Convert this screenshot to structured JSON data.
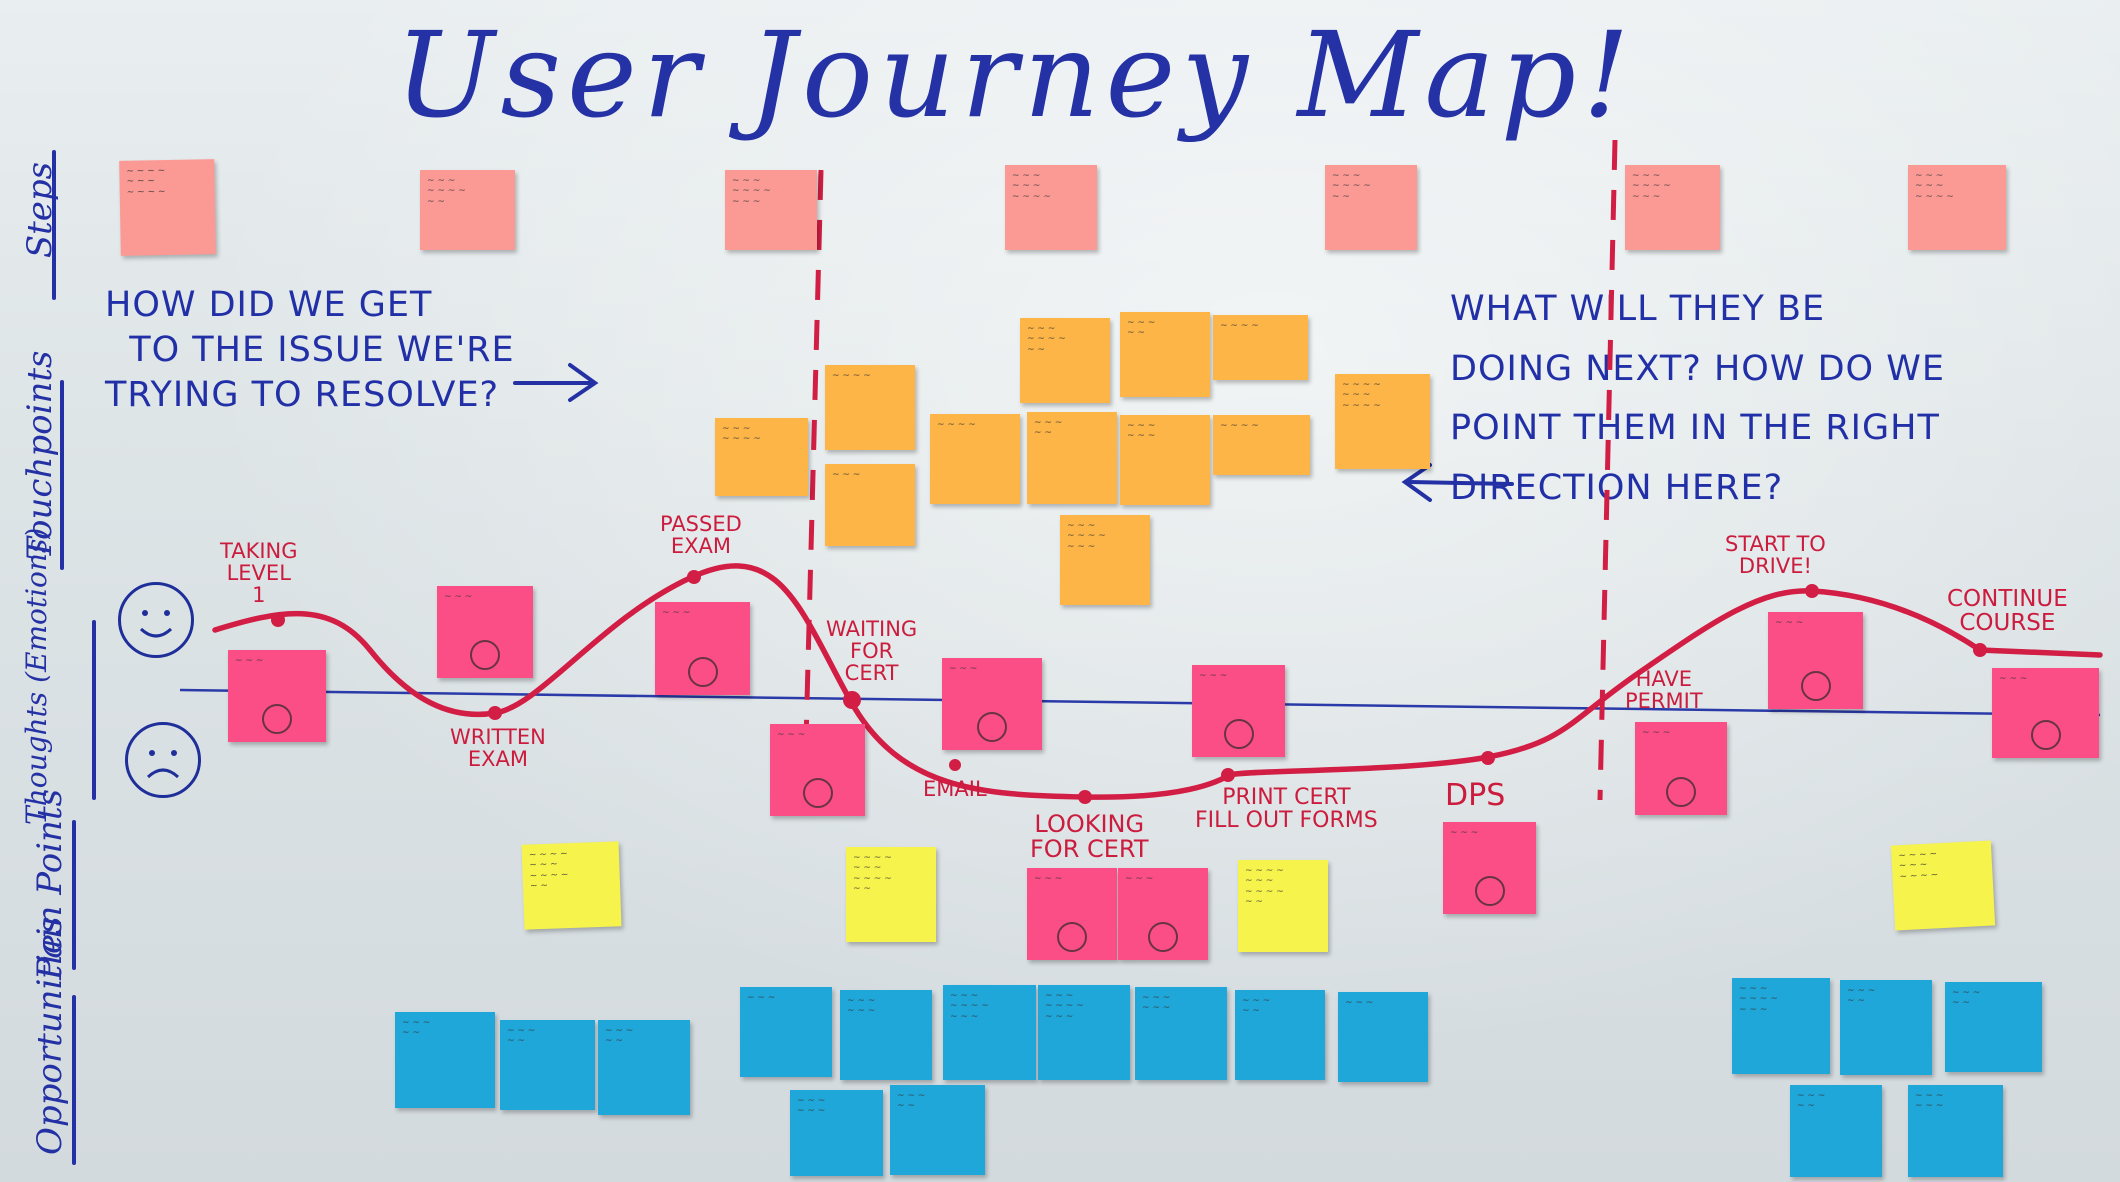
{
  "title": "User Journey Map!",
  "rows": [
    {
      "label": "Steps"
    },
    {
      "label": "Touchpoints"
    },
    {
      "label": "Thoughts (Emotions)"
    },
    {
      "label": "Pain Points"
    },
    {
      "label": "Opportunities"
    }
  ],
  "questions": {
    "left": "HOW DID WE GET\n  TO THE ISSUE WE'RE\nTRYING TO RESOLVE?",
    "right": "WHAT WILL THEY BE\nDOING NEXT? HOW DO WE\nPOINT THEM IN THE RIGHT\nDIRECTION HERE?"
  },
  "curve_labels": [
    {
      "text": "TAKING\nLEVEL\n1"
    },
    {
      "text": "WRITTEN\nEXAM"
    },
    {
      "text": "PASSED\nEXAM"
    },
    {
      "text": "WAITING\nFOR\nCERT"
    },
    {
      "text": "EMAIL"
    },
    {
      "text": "LOOKING\nFOR CERT"
    },
    {
      "text": "PRINT CERT\nFILL OUT FORMS"
    },
    {
      "text": "DPS"
    },
    {
      "text": "HAVE\nPERMIT"
    },
    {
      "text": "START TO\nDRIVE!"
    },
    {
      "text": "CONTINUE\nCOURSE"
    }
  ],
  "colors": {
    "marker_blue": "#2431a5",
    "marker_red": "#d21e45",
    "note_salmon": "#fb9a95",
    "note_orange": "#fdb547",
    "note_pink": "#fb4e87",
    "note_yellow": "#f6f34c",
    "note_blue": "#20a7da"
  },
  "icons": [
    "happy-face-icon",
    "sad-face-icon",
    "right-arrow-icon",
    "left-arrow-icon"
  ]
}
